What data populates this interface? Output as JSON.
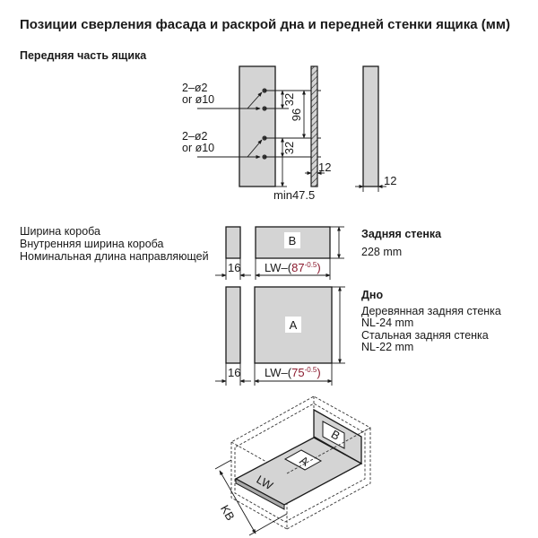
{
  "title": "Позиции сверления фасада и раскрой дна и передней стенки ящика (мм)",
  "front_section": {
    "heading": "Передняя часть ящика",
    "hole_label_1a": "2–ø2",
    "hole_label_1b": "or ø10",
    "hole_label_2a": "2–ø2",
    "hole_label_2b": "or ø10",
    "dim_32_top": "32",
    "dim_96": "96",
    "dim_32_bottom": "32",
    "dim_min": "min47.5",
    "dim_12_hatched": "12",
    "dim_12_side": "12"
  },
  "legend": {
    "box_width": "Ширина короба",
    "inner_width": "Внутренняя ширина короба",
    "nominal_length": "Номинальная длина направляющей"
  },
  "panel_b": {
    "label": "B",
    "side_dim": "16",
    "width_prefix": "LW–(",
    "width_value": "87",
    "width_tolerance": "-0.5",
    "width_suffix": ")"
  },
  "panel_a": {
    "label": "A",
    "side_dim": "16",
    "width_prefix": "LW–(",
    "width_value": "75",
    "width_tolerance": "-0.5",
    "width_suffix": ")"
  },
  "back_wall": {
    "heading": "Задняя стенка",
    "value": "228 mm"
  },
  "bottom": {
    "heading": "Дно",
    "wood_label": "Деревянная задняя стенка",
    "wood_value": "NL-24 mm",
    "steel_label": "Стальная задняя стенка",
    "steel_value": "NL-22 mm"
  },
  "iso": {
    "label_a": "A",
    "label_b": "B",
    "label_lw": "LW",
    "label_kb": "KB"
  },
  "colors": {
    "panel": "#d4d4d4",
    "tolerance": "#8b1a2e"
  }
}
